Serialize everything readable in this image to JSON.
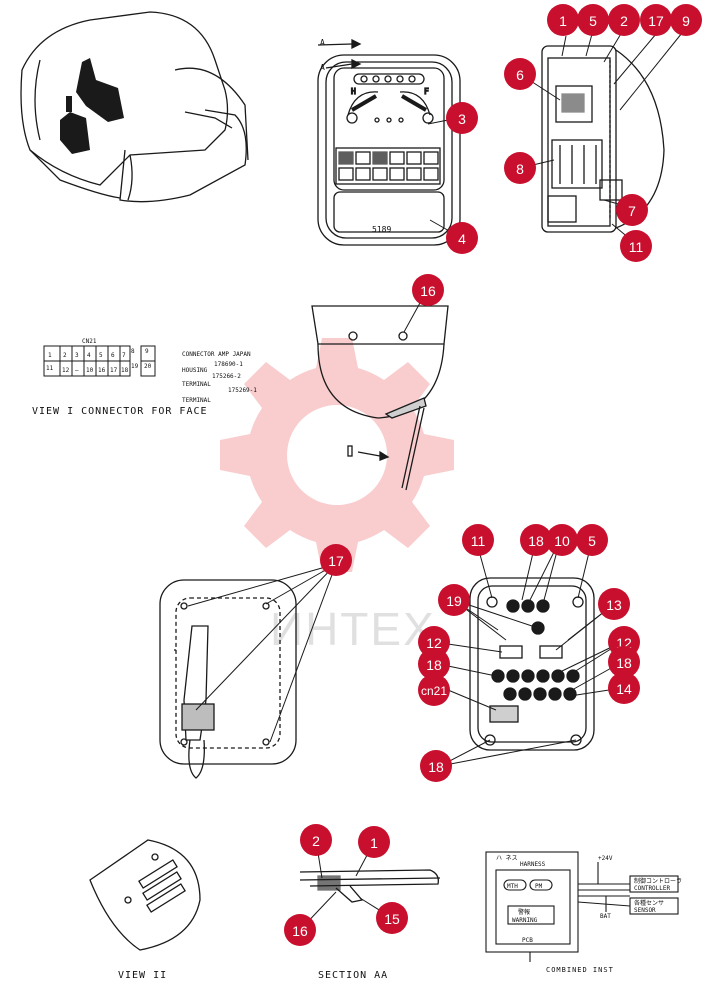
{
  "callouts": [
    {
      "num": "1"
    },
    {
      "num": "5"
    },
    {
      "num": "2"
    },
    {
      "num": "17"
    },
    {
      "num": "9"
    },
    {
      "num": "6"
    },
    {
      "num": "3"
    },
    {
      "num": "8"
    },
    {
      "num": "7"
    },
    {
      "num": "4"
    },
    {
      "num": "11"
    },
    {
      "num": "16"
    },
    {
      "num": "17"
    },
    {
      "num": "11"
    },
    {
      "num": "18"
    },
    {
      "num": "10"
    },
    {
      "num": "5"
    },
    {
      "num": "19"
    },
    {
      "num": "13"
    },
    {
      "num": "12"
    },
    {
      "num": "12"
    },
    {
      "num": "18"
    },
    {
      "num": "18"
    },
    {
      "num": "cn21"
    },
    {
      "num": "14"
    },
    {
      "num": "18"
    },
    {
      "num": "2"
    },
    {
      "num": "1"
    },
    {
      "num": "16"
    },
    {
      "num": "15"
    }
  ],
  "section_arrow_labels": {
    "a1": "A",
    "a2": "A"
  },
  "monitor_text": {
    "code": "5189",
    "letter_h": "H",
    "letter_f": "F"
  },
  "connector": {
    "header": "CN21",
    "row1": [
      "1",
      "2",
      "3",
      "4",
      "5",
      "6",
      "7",
      "8",
      "9"
    ],
    "row2": [
      "11",
      "12",
      "—",
      "10",
      "16",
      "17",
      "18",
      "19",
      "20"
    ],
    "spec_title": "CONNECTOR AMP JAPAN",
    "spec_p1": "178690-1",
    "housing_label": "HOUSING",
    "housing_num": "175266-2",
    "terminal_label_1": "TERMINAL",
    "terminal_num": "175269-1",
    "terminal_label_2": "TERMINAL",
    "caption": "VIEW I  CONNECTOR FOR FACE"
  },
  "view2": {
    "marker": "I",
    "caption": "VIEW II"
  },
  "section_caption": "SECTION AA",
  "combined": {
    "harness_jp": "ハ ネス",
    "harness": "HARNESS",
    "voltage": "+24V",
    "btn1": "MTH",
    "btn2": "PM",
    "warn_jp": "警報",
    "warning": "WARNING",
    "pcb": "PCB",
    "ctrl_jp": "制御コントローラ",
    "controller": "CONTROLLER",
    "sensor_jp": "各種センサ",
    "sensor": "SENSOR",
    "bat": "BAT",
    "caption": "COMBINED INST"
  },
  "watermark": "ИНТЕХ",
  "colors": {
    "callout": "#c8102e",
    "line": "#1a1a1a",
    "gear": "#e8484e"
  }
}
